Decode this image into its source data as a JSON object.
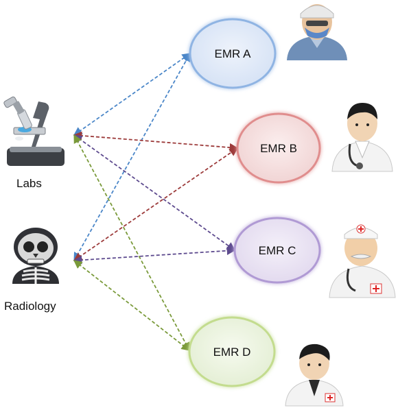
{
  "sources": [
    {
      "id": "labs",
      "label": "Labs",
      "icon": "microscope-icon"
    },
    {
      "id": "radiology",
      "label": "Radiology",
      "icon": "xray-skeleton-icon"
    }
  ],
  "nodes": [
    {
      "id": "emr_a",
      "label": "EMR A",
      "fill": "#dfe8f8",
      "stroke": "#7aa6dd",
      "person_icon": "surgeon-icon"
    },
    {
      "id": "emr_b",
      "label": "EMR B",
      "fill": "#f5dcdc",
      "stroke": "#d97a7a",
      "person_icon": "doctor-stethoscope-icon"
    },
    {
      "id": "emr_c",
      "label": "EMR C",
      "fill": "#e8e1f1",
      "stroke": "#a58ccc",
      "person_icon": "senior-doctor-icon"
    },
    {
      "id": "emr_d",
      "label": "EMR D",
      "fill": "#ecf3e1",
      "stroke": "#b3d17a",
      "person_icon": "doctor-icon"
    }
  ],
  "connections": [
    {
      "from": "labs",
      "to": "emr_a",
      "color": "#4a86c8"
    },
    {
      "from": "radiology",
      "to": "emr_a",
      "color": "#4a86c8"
    },
    {
      "from": "labs",
      "to": "emr_b",
      "color": "#9c3a3a"
    },
    {
      "from": "radiology",
      "to": "emr_b",
      "color": "#9c3a3a"
    },
    {
      "from": "labs",
      "to": "emr_c",
      "color": "#5d4a8e"
    },
    {
      "from": "radiology",
      "to": "emr_c",
      "color": "#5d4a8e"
    },
    {
      "from": "labs",
      "to": "emr_d",
      "color": "#7a9a3a"
    },
    {
      "from": "radiology",
      "to": "emr_d",
      "color": "#7a9a3a"
    }
  ]
}
